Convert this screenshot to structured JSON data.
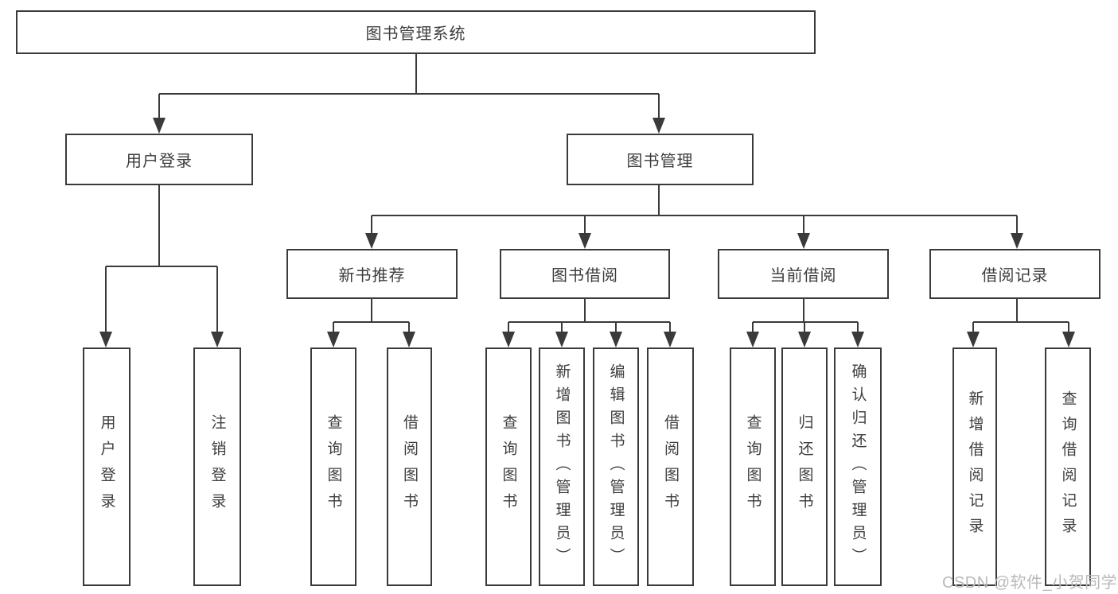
{
  "diagram": {
    "root_label": "图书管理系统",
    "level2": [
      {
        "label": "用户登录"
      },
      {
        "label": "图书管理"
      }
    ],
    "level3": [
      {
        "label": "新书推荐"
      },
      {
        "label": "图书借阅"
      },
      {
        "label": "当前借阅"
      },
      {
        "label": "借阅记录"
      }
    ],
    "leaf_groups": {
      "login": [
        "用户登录",
        "注销登录"
      ],
      "recommend": [
        "查询图书",
        "借阅图书"
      ],
      "borrow": [
        "查询图书",
        "新增图书（管理员）",
        "编辑图书（管理员）",
        "借阅图书"
      ],
      "current": [
        "查询图书",
        "归还图书",
        "确认归还（管理员）"
      ],
      "records": [
        "新增借阅记录",
        "查询借阅记录"
      ]
    },
    "colors": {
      "line": "#3a3a3a",
      "text": "#3d3d3d",
      "watermark": "#b9b9b9",
      "background": "#ffffff"
    },
    "watermark": "CSDN @软件_小贺同学"
  }
}
